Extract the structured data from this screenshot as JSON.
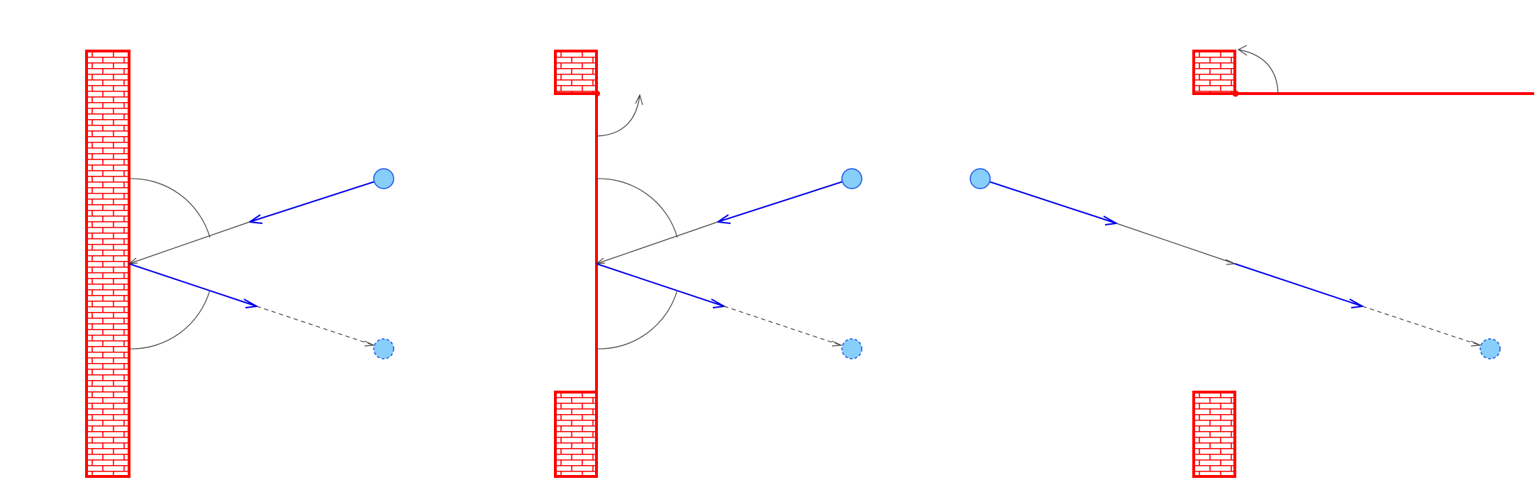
{
  "colors": {
    "wall": "#ff0000",
    "ray": "#0000ee",
    "ball_fill": "#87cefa",
    "ball_stroke": "#1a55ee",
    "construction": "#444444"
  },
  "panels": [
    {
      "id": "solid-wall",
      "description_icons": [
        "brick-wall-icon",
        "ball-icon",
        "ghost-ball-icon"
      ]
    },
    {
      "id": "door-closed",
      "description_icons": [
        "brick-wall-icon",
        "door-icon",
        "ball-icon",
        "ghost-ball-icon"
      ]
    },
    {
      "id": "door-open",
      "description_icons": [
        "brick-wall-icon",
        "door-icon",
        "ball-icon",
        "ghost-ball-icon"
      ]
    }
  ]
}
